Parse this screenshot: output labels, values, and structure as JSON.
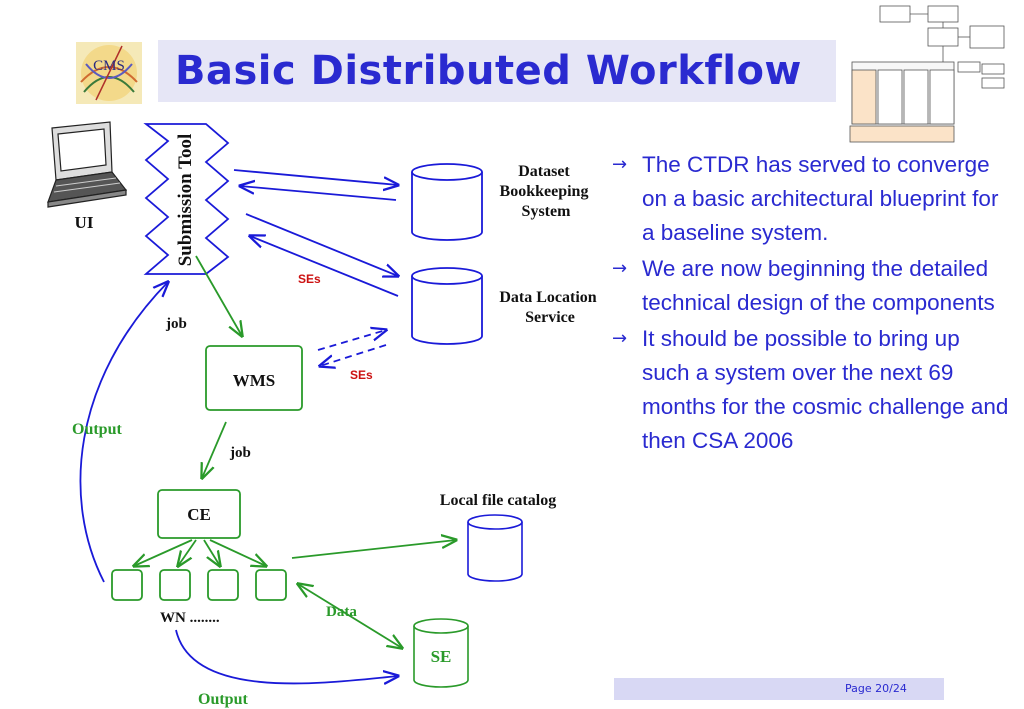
{
  "slide": {
    "title": "Basic Distributed Workflow",
    "page": "Page 20/24"
  },
  "logo": {
    "text": "CMS"
  },
  "diagram": {
    "ui_label": "UI",
    "submission_tool": "Submission Tool",
    "dataset_bookkeeping": [
      "Dataset",
      "Bookkeeping",
      "System"
    ],
    "data_location": [
      "Data Location",
      "Service"
    ],
    "ses_label_1": "SEs",
    "ses_label_2": "SEs",
    "job_label_1": "job",
    "job_label_2": "job",
    "wms": "WMS",
    "ce": "CE",
    "output_label_1": "Output",
    "output_label_2": "Output",
    "wn_label": "WN ........",
    "local_file_catalog": "Local file catalog",
    "data_label": "Data",
    "se": "SE",
    "colors": {
      "blue": "#1a1ad8",
      "green": "#2a9a2a",
      "red": "#cc1111"
    }
  },
  "bullets": [
    "The CTDR has served to converge on a basic architectural blueprint for a baseline system.",
    "We are now beginning the detailed technical design of the components",
    "It should be possible to bring up such a system over the next 69 months for the cosmic challenge and then CSA 2006"
  ]
}
